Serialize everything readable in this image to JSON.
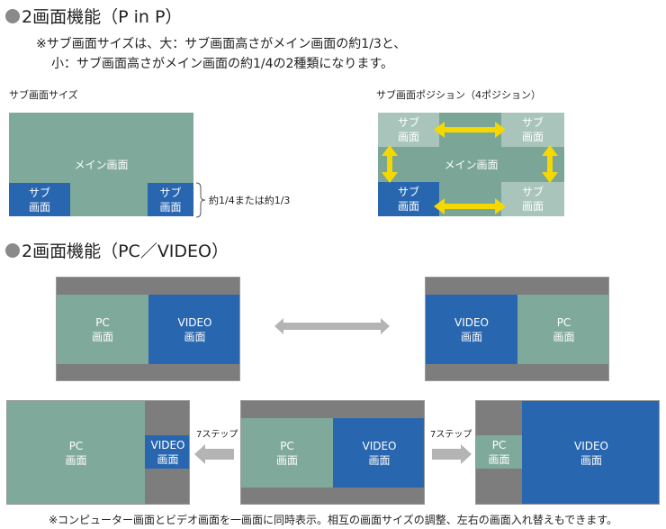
{
  "section1": {
    "title": "2画面機能（P in P）",
    "note_line1": "※サブ画面サイズは、大：サブ画面高さがメイン画面の約1/3と、",
    "note_line2": "小：サブ画面高さがメイン画面の約1/4の2種類になります。",
    "size_diagram": {
      "caption": "サブ画面サイズ",
      "main_label": "メイン画面",
      "sub_label_line1": "サブ",
      "sub_label_line2": "画面",
      "brace_label": "約1/4または約1/3"
    },
    "position_diagram": {
      "caption": "サブ画面ポジション（4ポジション）",
      "main_label": "メイン画面",
      "sub_label_line1": "サブ",
      "sub_label_line2": "画面",
      "active_position": "bottom-left",
      "arrow_color": "#f5d800"
    }
  },
  "section2": {
    "title": "2画面機能（PC／VIDEO）",
    "pc_line1": "PC",
    "video_line1": "VIDEO",
    "screen_line2": "画面",
    "step_label": "7ステップ",
    "footer": "※コンピューター画面とビデオ画面を一画面に同時表示。相互の画面サイズの調整、左右の画面入れ替えもできます。"
  },
  "colors": {
    "main_screen": "#7fa99b",
    "sub_screen": "#2866b0",
    "inactive_sub": "#a9c5bb",
    "letterbox": "#7d7d7d",
    "arrow_gray": "#b4b4b4",
    "arrow_yellow": "#f5d800"
  }
}
